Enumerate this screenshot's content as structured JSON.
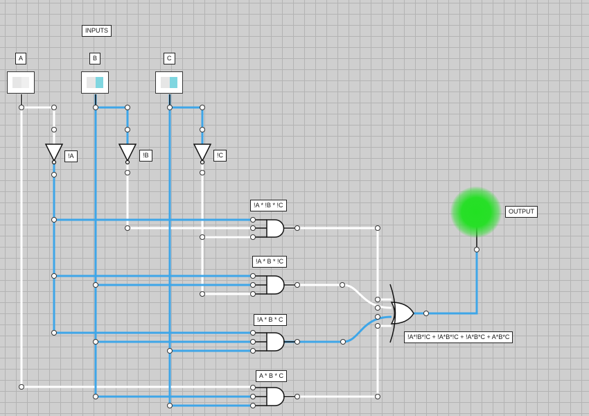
{
  "labels": {
    "inputs": "INPUTS",
    "a": "A",
    "b": "B",
    "c": "C",
    "not_a": "!A",
    "not_b": "!B",
    "not_c": "!C",
    "term1": "!A * !B * !C",
    "term2": "!A * B * !C",
    "term3": "!A * B * C",
    "term4": "A * B * C",
    "output": "OUTPUT",
    "expression": "!A*!B*!C + !A*B*!C + !A*B*C + A*B*C"
  },
  "inputs": [
    {
      "name": "A",
      "state": "off"
    },
    {
      "name": "B",
      "state": "on"
    },
    {
      "name": "C",
      "state": "on"
    }
  ],
  "output": {
    "state": "on"
  },
  "colors": {
    "wire_on": "#3ea6e8",
    "wire_off": "#ffffff",
    "bulb_on": "#22e022"
  }
}
